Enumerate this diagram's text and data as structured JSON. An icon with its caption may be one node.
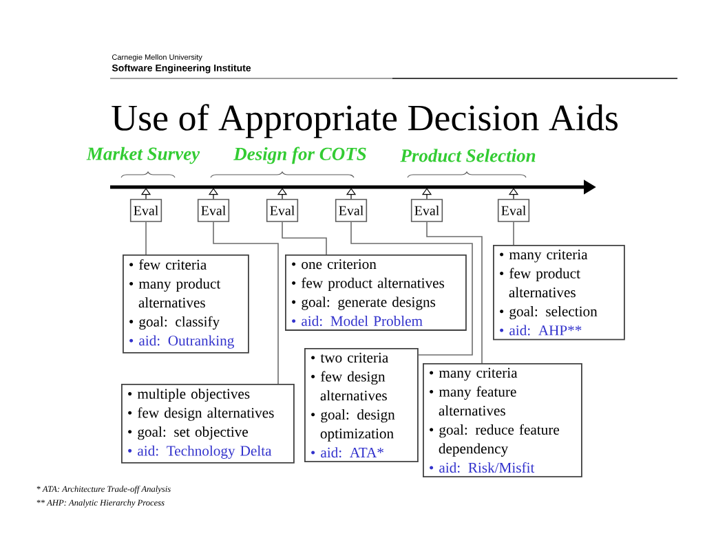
{
  "diagram": {
    "title": "Use of Appropriate Decision Aids",
    "nodes": [
      {
        "text": [
          "Eval"
        ]
      },
      {
        "text": [
          "Eval"
        ]
      },
      {
        "text": [
          "Eval"
        ]
      },
      {
        "text": [
          "Eval"
        ]
      },
      {
        "text": [
          "Eval"
        ]
      },
      {
        "text": [
          "Eval"
        ]
      },
      {
        "text": [
          "• few criteria",
          "• many product alternatives",
          "• goal: classify",
          "• aid: Outranking"
        ]
      },
      {
        "text": [
          "• one criterion",
          "• few product alternatives",
          "• goal: generate designs",
          "• aid: Model Problem"
        ]
      },
      {
        "text": [
          "• many criteria",
          "• few product alternatives",
          "• goal: selection",
          "• aid:  AHP**"
        ]
      },
      {
        "text": [
          "• multiple objectives",
          "• few design alternatives",
          "• goal: set objective",
          "• aid: Technology Delta"
        ]
      },
      {
        "text": [
          "• two criteria",
          "• few design alternatives",
          "• goal: design optimization",
          "• aid: ATA*"
        ]
      },
      {
        "text": [
          "• many criteria",
          "• many feature alternatives",
          "• goal: reduce feature dependency",
          "• aid:  Risk/Misfit"
        ]
      }
    ],
    "edges": [
      {
        "from": 0,
        "to": null,
        "arrow": "to"
      },
      {
        "from": 1,
        "to": null,
        "arrow": "to"
      },
      {
        "from": 2,
        "to": null,
        "arrow": "to"
      },
      {
        "from": 3,
        "to": null,
        "arrow": "to"
      },
      {
        "from": 4,
        "to": null,
        "arrow": "to"
      },
      {
        "from": 5,
        "to": null,
        "arrow": "to"
      },
      {
        "from": 0,
        "to": 6,
        "arrow": "none",
        "color": "#6c6c6c"
      },
      {
        "from": 1,
        "to": 9,
        "arrow": "none",
        "color": "#6c6c6c"
      },
      {
        "from": 2,
        "to": 7,
        "arrow": "none",
        "color": "#6c6c6c"
      },
      {
        "from": 3,
        "to": 10,
        "arrow": "none",
        "color": "#6c6c6c"
      },
      {
        "from": 4,
        "to": 11,
        "arrow": "none",
        "color": "#6c6c6c"
      },
      {
        "from": 5,
        "to": 8,
        "arrow": "none",
        "color": "#6c6c6c"
      }
    ],
    "labels": [
      "Carnegie Mellon University",
      "Software Engineering Institute",
      "Market Survey",
      "Design for COTS",
      "Product Selection",
      "* ATA: Architecture Trade-off Analysis",
      "** AHP: Analytic Hierarchy Process"
    ]
  }
}
